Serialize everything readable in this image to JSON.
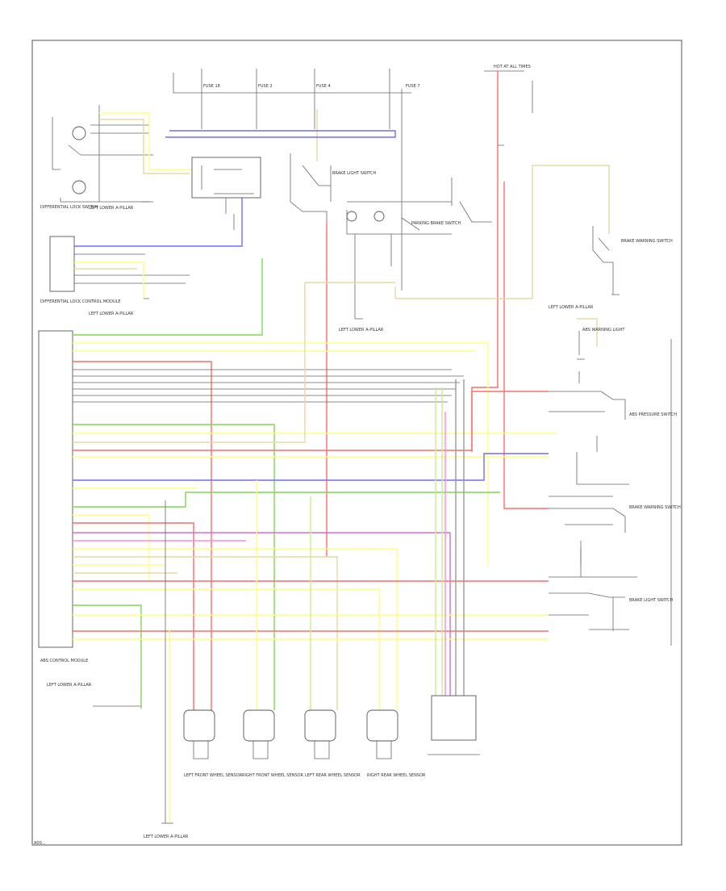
{
  "colors": {
    "red": "#ff6b6b",
    "yellow": "#ffff80",
    "green": "#7ed957",
    "lightgreen": "#c8f08c",
    "blue": "#6f6fff",
    "violet": "#d66bd6",
    "pink": "#ff8ad8",
    "tan": "#e8d9a0",
    "gray": "#9a9a9a",
    "black": "#555555"
  },
  "labels": {
    "differential_lock_switch": "DIFFERENTIAL LOCK SWITCH",
    "differential_lock_module": "DIFFERENTIAL LOCK CONTROL MODULE",
    "abs_module": "ABS CONTROL MODULE",
    "ground_left_lower_a_pillar_1": "LEFT LOWER A-PILLAR",
    "ground_left_lower_a_pillar_2": "LEFT LOWER A-PILLAR",
    "ground_left_lower_a_pillar_3": "LEFT LOWER A-PILLAR",
    "ground_left_lower_a_pillar_4": "LEFT LOWER A-PILLAR",
    "ground_left_lower_a_pillar_5": "LEFT LOWER A-PILLAR",
    "ground_left_lower_a_pillar_6": "LEFT LOWER A-PILLAR",
    "left_front_sensor": "LEFT FRONT WHEEL SENSOR",
    "right_front_sensor": "RIGHT FRONT WHEEL SENSOR",
    "left_rear_sensor": "LEFT REAR WHEEL SENSOR",
    "right_rear_sensor": "RIGHT REAR WHEEL SENSOR",
    "brake_light_switch": "BRAKE LIGHT SWITCH",
    "parking_brake_switch": "PARKING BRAKE SWITCH",
    "brake_warning_switch": "BRAKE WARNING SWITCH",
    "abs_pressure_switch": "ABS PRESSURE SWITCH",
    "abs_warning_light": "ABS WARNING LIGHT",
    "hot_at_all_times": "HOT AT ALL TIMES",
    "fuse_1": "FUSE 18",
    "fuse_2": "FUSE 2",
    "fuse_3": "FUSE 4",
    "fuse_4": "FUSE 7",
    "footnote": "A00..."
  }
}
